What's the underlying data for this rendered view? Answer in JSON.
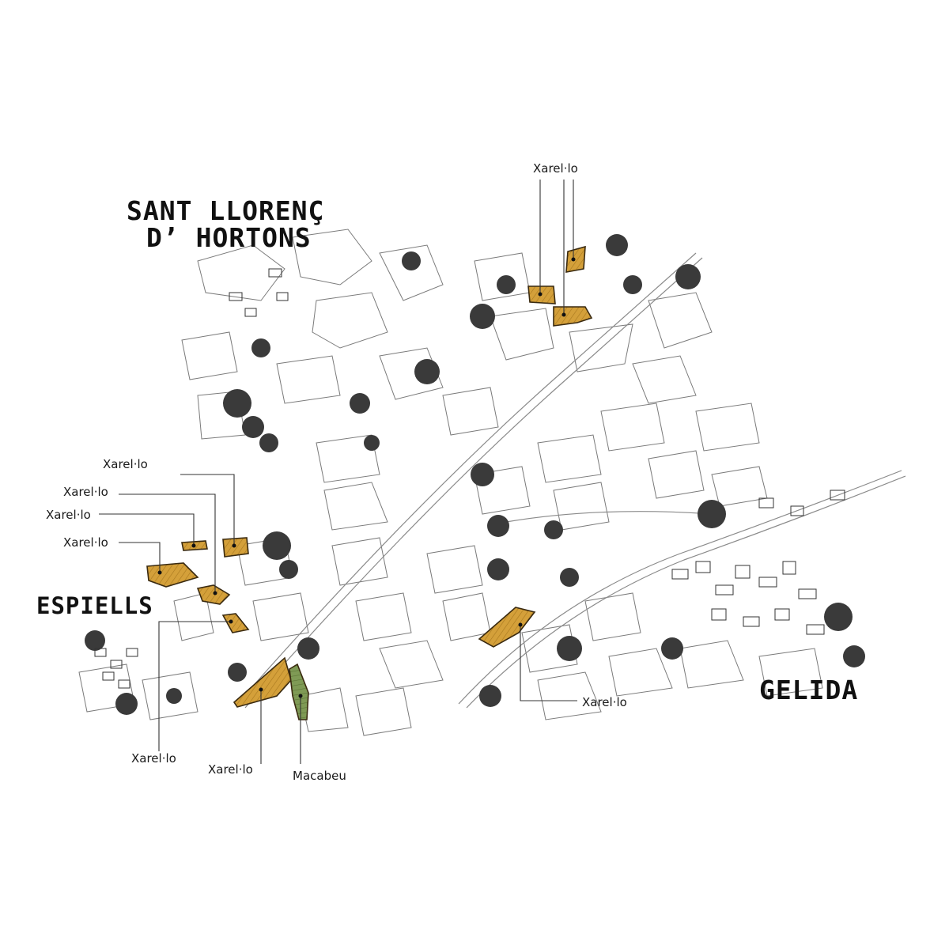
{
  "towns": {
    "sant_llorenc_line1": "SANT LLORENÇ",
    "sant_llorenc_line2": "D’ HORTONS",
    "espiells": "ESPIELLS",
    "gelida": "GELIDA"
  },
  "labels": {
    "top_xarello": "Xarel·lo",
    "left_xarello_1": "Xarel·lo",
    "left_xarello_2": "Xarel·lo",
    "left_xarello_3": "Xarel·lo",
    "left_xarello_4": "Xarel·lo",
    "bottom_xarello_1": "Xarel·lo",
    "bottom_xarello_2": "Xarel·lo",
    "macabeu": "Macabeu",
    "right_xarello": "Xarel·lo"
  },
  "colors": {
    "xarello_parcel": "#d4a03a",
    "macabeu_parcel": "#7f9a55",
    "ink": "#1a1a1a",
    "vegetation": "#3a3a3a",
    "background": "#ffffff"
  }
}
